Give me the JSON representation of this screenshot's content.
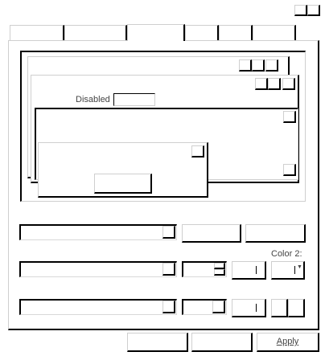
{
  "window": {
    "title_buttons": [
      "",
      ""
    ]
  },
  "tabs": [
    {
      "label": ""
    },
    {
      "label": ""
    },
    {
      "label": ""
    },
    {
      "label": ""
    },
    {
      "label": ""
    },
    {
      "label": ""
    }
  ],
  "preview": {
    "disabled_label": "Disabled",
    "disabled_value": "",
    "message_button_label": ""
  },
  "controls": {
    "color2_label": "Color 2:",
    "item_value": "",
    "size_value": "",
    "font_value": "",
    "font_size_value": ""
  },
  "footer": {
    "ok_label": "",
    "cancel_label": "",
    "apply_label": "Apply"
  }
}
